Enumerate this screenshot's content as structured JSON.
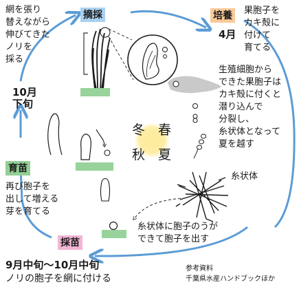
{
  "colors": {
    "cycle_arrow": "#5b9bd5",
    "stage_blue": "#a9d2ef",
    "stage_orange": "#f9c999",
    "stage_green": "#93cf95",
    "stage_pink": "#f2b5d5",
    "net_bar_green": "#97d39b",
    "sun_yellow": "#fdeb9a",
    "seaweed_gray": "#c9c9c9"
  },
  "stages": {
    "harvest": {
      "label": "摘採",
      "desc": "網を張り\n替えながら\n伸びてきた\nノリを\n採る",
      "color": "#a9d2ef"
    },
    "culture": {
      "label": "培養",
      "desc": "果胞子を\nカキ殻に\n付けて\n育てる",
      "color": "#f9c999"
    },
    "nursery": {
      "label": "育苗",
      "desc": "再び胞子を\n出して増える\n芽を育てる",
      "color": "#93cf95"
    },
    "seeding": {
      "label": "採苗",
      "color": "#f2b5d5"
    }
  },
  "months": {
    "april": "4月",
    "late_october": "10月\n下旬"
  },
  "notes": {
    "fruit_spore": "生殖細胞から\nできた果胞子は\nカキ殻に付くと\n潜り込んで\n分裂し、\n糸状体となって\n夏を越す",
    "filament_label": "糸状体",
    "spore_release": "糸状体に胞子のうが\nできて胞子を出す"
  },
  "seasons": {
    "winter": "冬",
    "spring": "春",
    "autumn": "秋",
    "summer": "夏"
  },
  "footer": {
    "period": "9月中旬〜10月中旬",
    "action": "ノリの胞子を網に付ける",
    "source_heading": "参考資料",
    "source_name": "千葉県水産ハンドブックほか"
  },
  "icons": [
    "cycle-arrow",
    "sun-icon",
    "seaweed-icon",
    "magnifier-icon",
    "filament-icon",
    "spore-icon"
  ]
}
